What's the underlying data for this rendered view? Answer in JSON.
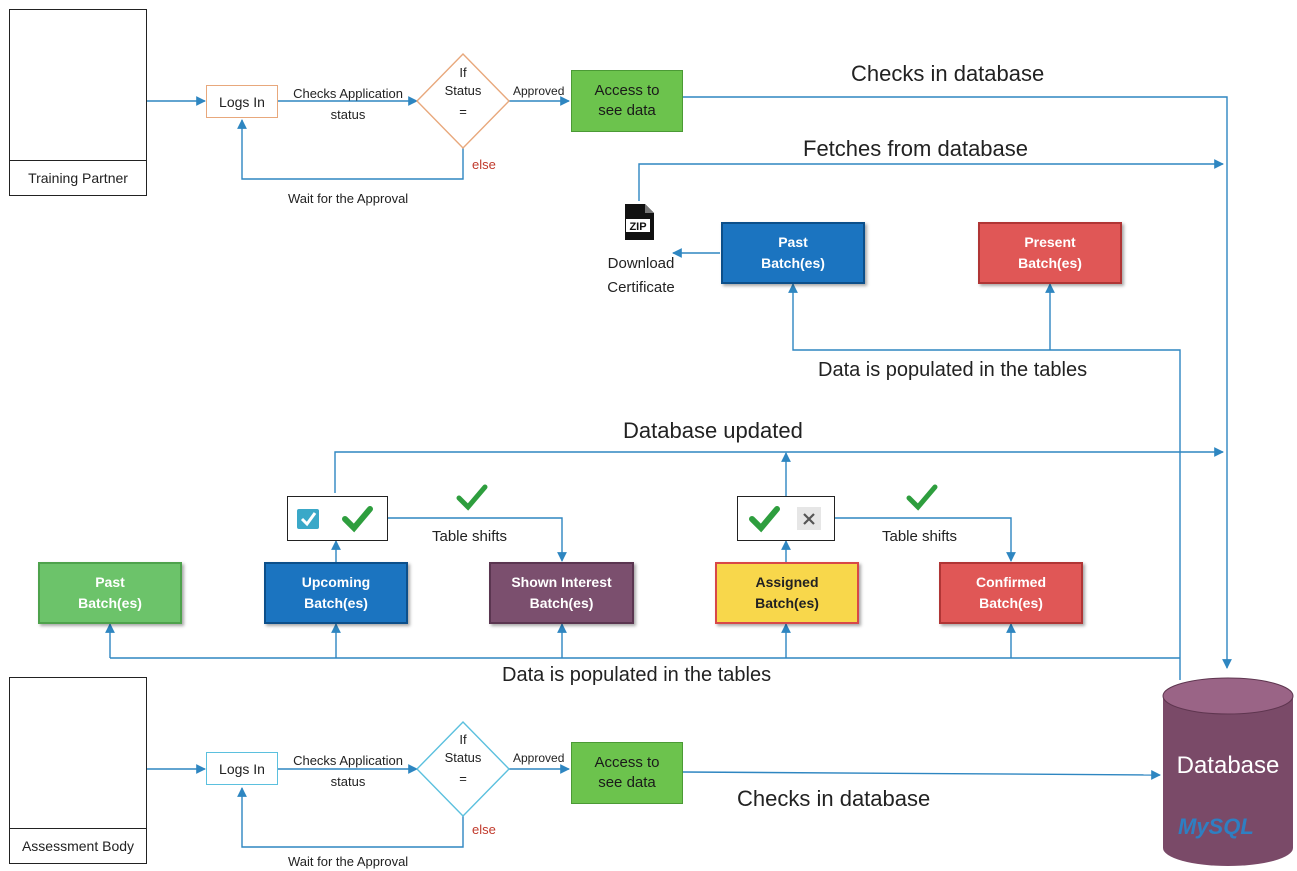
{
  "actors": {
    "training_partner": "Training Partner",
    "assessment_body": "Assessment Body"
  },
  "flow_top": {
    "login": "Logs In",
    "checks_application": "Checks Application",
    "status_word": "status",
    "diamond_if": "If",
    "diamond_status": "Status",
    "diamond_eq": "=",
    "approved": "Approved",
    "else": "else",
    "wait": "Wait for the Approval",
    "access_line1": "Access to",
    "access_line2": "see data",
    "checks_db": "Checks in database",
    "fetches_db": "Fetches from database"
  },
  "download": {
    "icon_text": "ZIP",
    "line1": "Download",
    "line2": "Certificate"
  },
  "tp_batches": {
    "past_line1": "Past",
    "past_line2": "Batch(es)",
    "present_line1": "Present",
    "present_line2": "Batch(es)",
    "populated": "Data is populated in the tables"
  },
  "db_updated": "Database updated",
  "table_shifts_1": "Table shifts",
  "table_shifts_2": "Table shifts",
  "ab_batches": {
    "past_line1": "Past",
    "past_line2": "Batch(es)",
    "upcoming_line1": "Upcoming",
    "upcoming_line2": "Batch(es)",
    "shown_line1": "Shown Interest",
    "shown_line2": "Batch(es)",
    "assigned_line1": "Assigned",
    "assigned_line2": "Batch(es)",
    "confirmed_line1": "Confirmed",
    "confirmed_line2": "Batch(es)",
    "populated": "Data is populated in the tables"
  },
  "flow_bottom": {
    "login": "Logs In",
    "checks_application": "Checks Application",
    "status_word": "status",
    "diamond_if": "If",
    "diamond_status": "Status",
    "diamond_eq": "=",
    "approved": "Approved",
    "else": "else",
    "wait": "Wait for the Approval",
    "access_line1": "Access to",
    "access_line2": "see data",
    "checks_db": "Checks in database"
  },
  "database": {
    "label": "Database",
    "logo_text": "MySQL"
  },
  "icons": [
    "teacher-icon",
    "businessman-icon",
    "zip-file-icon",
    "checkbox-icon",
    "checkmark-icon",
    "cross-icon",
    "database-cylinder-icon",
    "mysql-logo-icon"
  ],
  "colors": {
    "arrow": "#2e86c1",
    "access_green": "#6cc34d",
    "past_green": "#6cc36a",
    "upcoming_blue": "#1b74c0",
    "shown_purple": "#7b4f6e",
    "assigned_yellow": "#f8d74b",
    "confirmed_red": "#e05756",
    "database_purple": "#7a4a68"
  }
}
